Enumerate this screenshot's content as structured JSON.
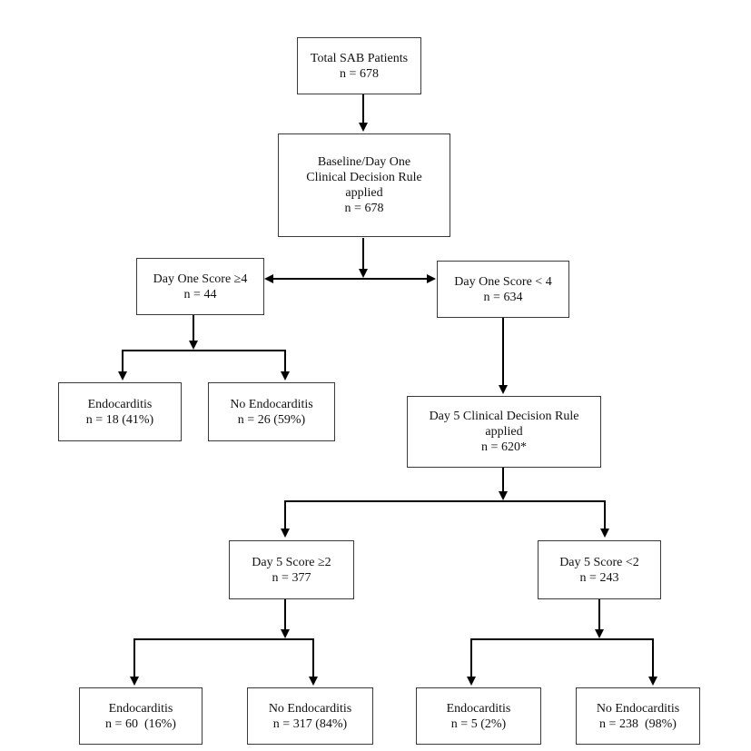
{
  "boxes": {
    "total": {
      "lines": [
        "Total SAB Patients",
        "n = 678"
      ]
    },
    "baseline": {
      "lines": [
        "Baseline/Day One",
        "Clinical Decision Rule",
        "applied",
        "n = 678"
      ]
    },
    "day1_high": {
      "lines": [
        "Day One Score ≥4",
        "n = 44"
      ]
    },
    "day1_low": {
      "lines": [
        "Day One Score < 4",
        "n = 634"
      ]
    },
    "day1_endo": {
      "lines": [
        "Endocarditis",
        "n = 18 (41%)"
      ]
    },
    "day1_noendo": {
      "lines": [
        "No Endocarditis",
        "n = 26 (59%)"
      ]
    },
    "day5_rule": {
      "lines": [
        "Day 5 Clinical Decision Rule",
        "applied",
        "n = 620*"
      ]
    },
    "day5_high": {
      "lines": [
        "Day 5 Score ≥2",
        "n = 377"
      ]
    },
    "day5_low": {
      "lines": [
        "Day 5 Score <2",
        "n = 243"
      ]
    },
    "day5_high_endo": {
      "lines": [
        "Endocarditis",
        "n = 60  (16%)"
      ]
    },
    "day5_high_noendo": {
      "lines": [
        "No Endocarditis",
        "n = 317 (84%)"
      ]
    },
    "day5_low_endo": {
      "lines": [
        "Endocarditis",
        "n = 5 (2%)"
      ]
    },
    "day5_low_noendo": {
      "lines": [
        "No Endocarditis",
        "n = 238  (98%)"
      ]
    }
  }
}
